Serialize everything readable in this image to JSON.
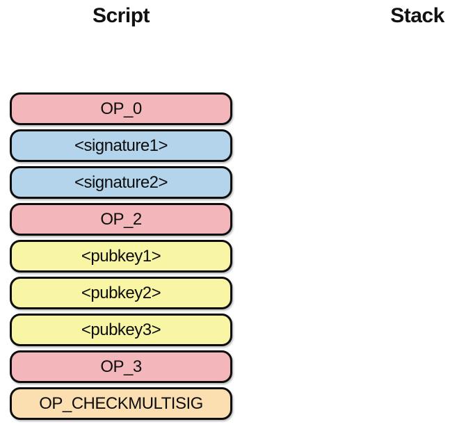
{
  "headers": {
    "script": "Script",
    "stack": "Stack"
  },
  "colors": {
    "opcode_pink": "#F3B6BA",
    "signature_blue": "#B4D4EC",
    "pubkey_yellow": "#F8F5A4",
    "checkmultisig_peach": "#FBDFB1",
    "border_black": "#0D0D0D"
  },
  "script": {
    "items": [
      {
        "label": "OP_0",
        "color": "#F3B6BA"
      },
      {
        "label": "<signature1>",
        "color": "#B4D4EC"
      },
      {
        "label": "<signature2>",
        "color": "#B4D4EC"
      },
      {
        "label": "OP_2",
        "color": "#F3B6BA"
      },
      {
        "label": "<pubkey1>",
        "color": "#F8F5A4"
      },
      {
        "label": "<pubkey2>",
        "color": "#F8F5A4"
      },
      {
        "label": "<pubkey3>",
        "color": "#F8F5A4"
      },
      {
        "label": "OP_3",
        "color": "#F3B6BA"
      },
      {
        "label": "OP_CHECKMULTISIG",
        "color": "#FBDFB1"
      }
    ]
  },
  "stack": {
    "items": []
  }
}
